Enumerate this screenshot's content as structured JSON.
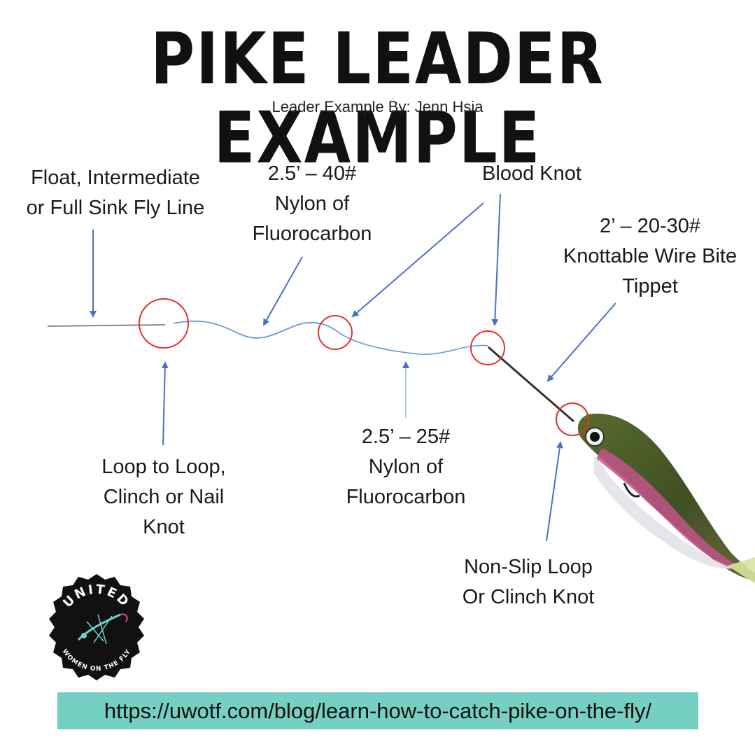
{
  "header": {
    "title": "PIKE LEADER EXAMPLE",
    "subtitle": "Leader Example By: Jenn Hsia"
  },
  "labels": {
    "fly_line": [
      "Float, Intermediate",
      "or Full Sink Fly Line"
    ],
    "butt_section": [
      "2.5’ – 40#",
      "Nylon of",
      "Fluorocarbon"
    ],
    "blood_knot": [
      "Blood Knot"
    ],
    "bite_tippet": [
      "2’ – 20-30#",
      "Knottable Wire Bite",
      "Tippet"
    ],
    "loop_knot": [
      "Loop to Loop,",
      "Clinch or Nail",
      "Knot"
    ],
    "mid_section": [
      "2.5’ – 25#",
      "Nylon of",
      "Fluorocarbon"
    ],
    "fly_knot": [
      "Non-Slip Loop",
      "Or Clinch Knot"
    ]
  },
  "logo": {
    "top_text": "UNITED",
    "bottom_text": "WOMEN ON THE FLY"
  },
  "footer": {
    "url": "https://uwotf.com/blog/learn-how-to-catch-pike-on-the-fly/"
  },
  "colors": {
    "arrow": "#4a72c4",
    "leader": "#6a9ad6",
    "knot_circle": "#e0332e",
    "url_bar": "#75cfc2",
    "fly_line": "#8a8a8a",
    "wire": "#333333"
  }
}
